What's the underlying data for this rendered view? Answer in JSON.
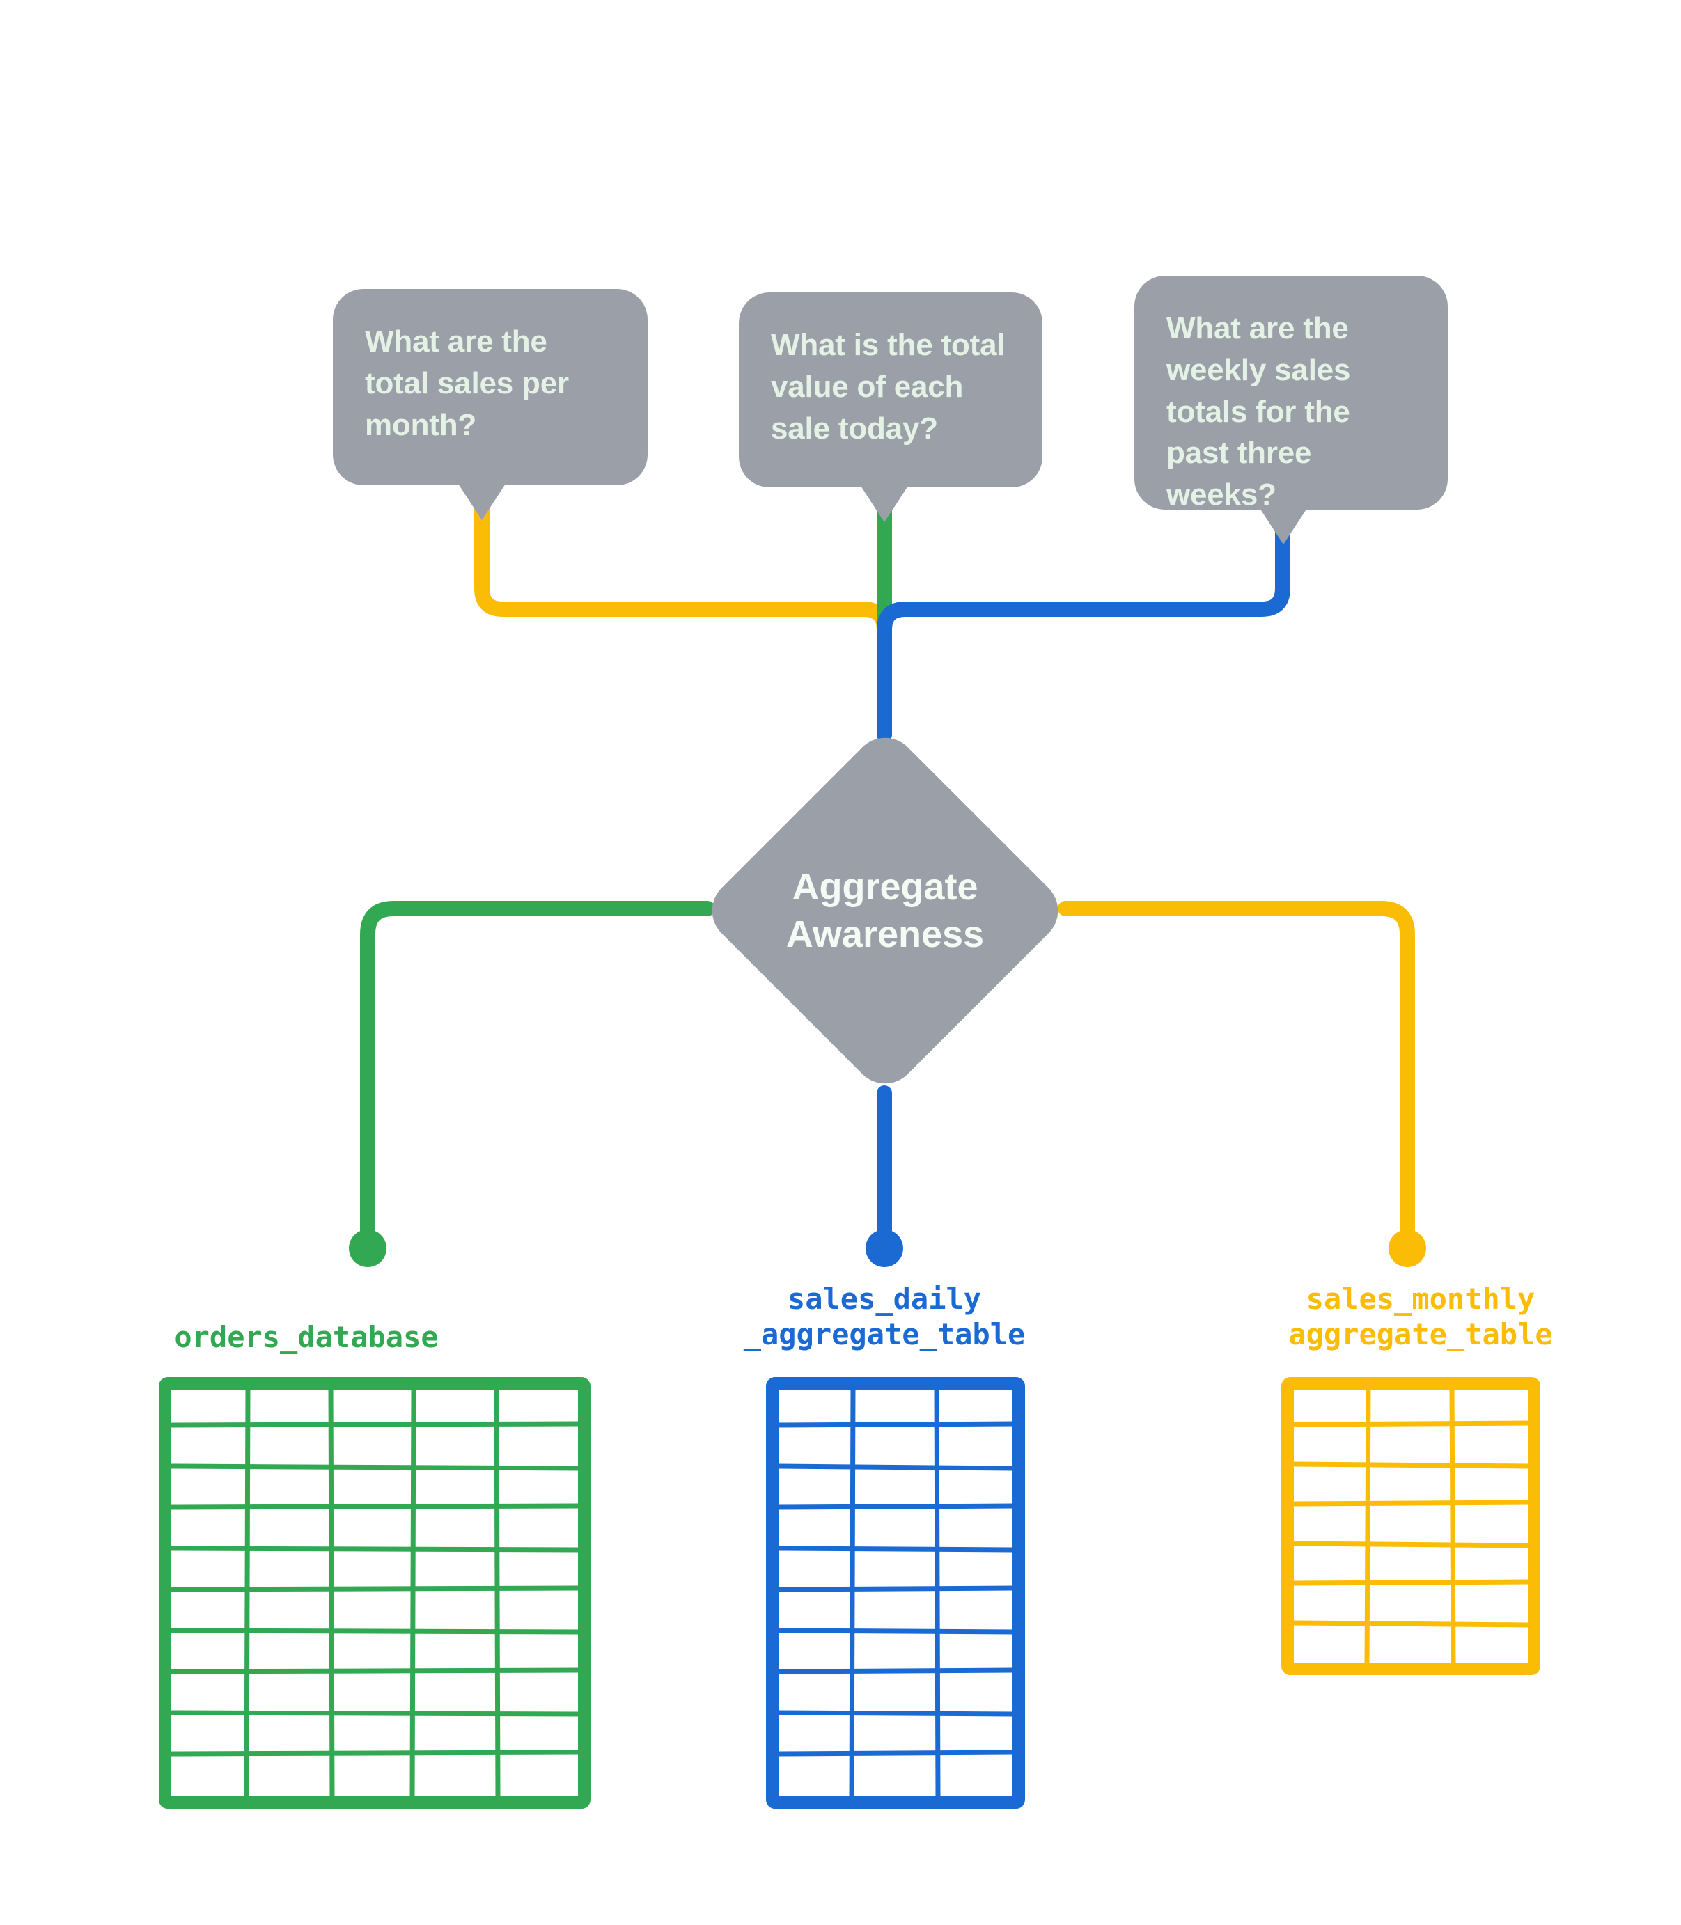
{
  "diagram": {
    "title": "Aggregate Awareness",
    "center_node": {
      "label": "Aggregate\nAwareness",
      "shape": "diamond",
      "color": "#9ba0a8",
      "text_color": "#f3fbf4"
    },
    "questions": [
      {
        "id": "q-monthly",
        "text": "What are the total sales per month?",
        "connector_color": "#fabc04",
        "routes_to": "sales_monthly aggregate_table"
      },
      {
        "id": "q-daily",
        "text": "What is the total value of each sale today?",
        "connector_color": "#33a852",
        "routes_to": "orders_database"
      },
      {
        "id": "q-weekly",
        "text": "What are the weekly sales totals for the past three weeks?",
        "connector_color": "#1b6ad3",
        "routes_to": "sales_daily _aggregate_table"
      }
    ],
    "sources": [
      {
        "id": "src-orders",
        "label": "orders_database",
        "color": "#33a852",
        "columns": 5,
        "rows": 10
      },
      {
        "id": "src-daily",
        "label": "sales_daily\n_aggregate_table",
        "color": "#1b6ad3",
        "columns": 3,
        "rows": 10
      },
      {
        "id": "src-monthly",
        "label": "sales_monthly\naggregate_table",
        "color": "#fabc04",
        "columns": 3,
        "rows": 7
      }
    ],
    "colors": {
      "gray": "#9ba0a8",
      "green": "#33a852",
      "blue": "#1b6ad3",
      "yellow": "#fabc04",
      "bubble_text": "#e4f2e6",
      "background": "#ffffff"
    }
  }
}
